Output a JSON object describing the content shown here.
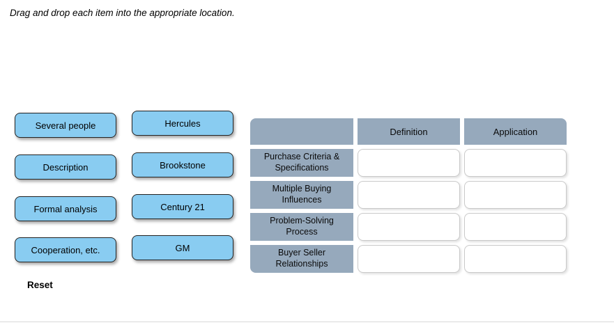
{
  "instruction": "Drag and drop each item into the appropriate location.",
  "drag_items": {
    "column1": [
      {
        "label": "Several people"
      },
      {
        "label": "Description"
      },
      {
        "label": "Formal analysis"
      },
      {
        "label": "Cooperation, etc."
      }
    ],
    "column2": [
      {
        "label": "Hercules"
      },
      {
        "label": "Brookstone"
      },
      {
        "label": "Century 21"
      },
      {
        "label": "GM"
      }
    ]
  },
  "table": {
    "header": {
      "blank": "",
      "definition": "Definition",
      "application": "Application"
    },
    "rows": [
      {
        "label": "Purchase Criteria & Specifications",
        "definition": "",
        "application": ""
      },
      {
        "label": "Multiple Buying Influences",
        "definition": "",
        "application": ""
      },
      {
        "label": "Problem-Solving Process",
        "definition": "",
        "application": ""
      },
      {
        "label": "Buyer Seller Relationships",
        "definition": "",
        "application": ""
      }
    ]
  },
  "footer": {
    "reset_label": "Reset"
  },
  "colors": {
    "drag_item_fill": "#89CCF1",
    "drag_item_border": "#222222",
    "table_cell_fill": "#96A9BC",
    "drop_zone_border": "#c9c9c9",
    "divider": "#d8d8d8"
  }
}
